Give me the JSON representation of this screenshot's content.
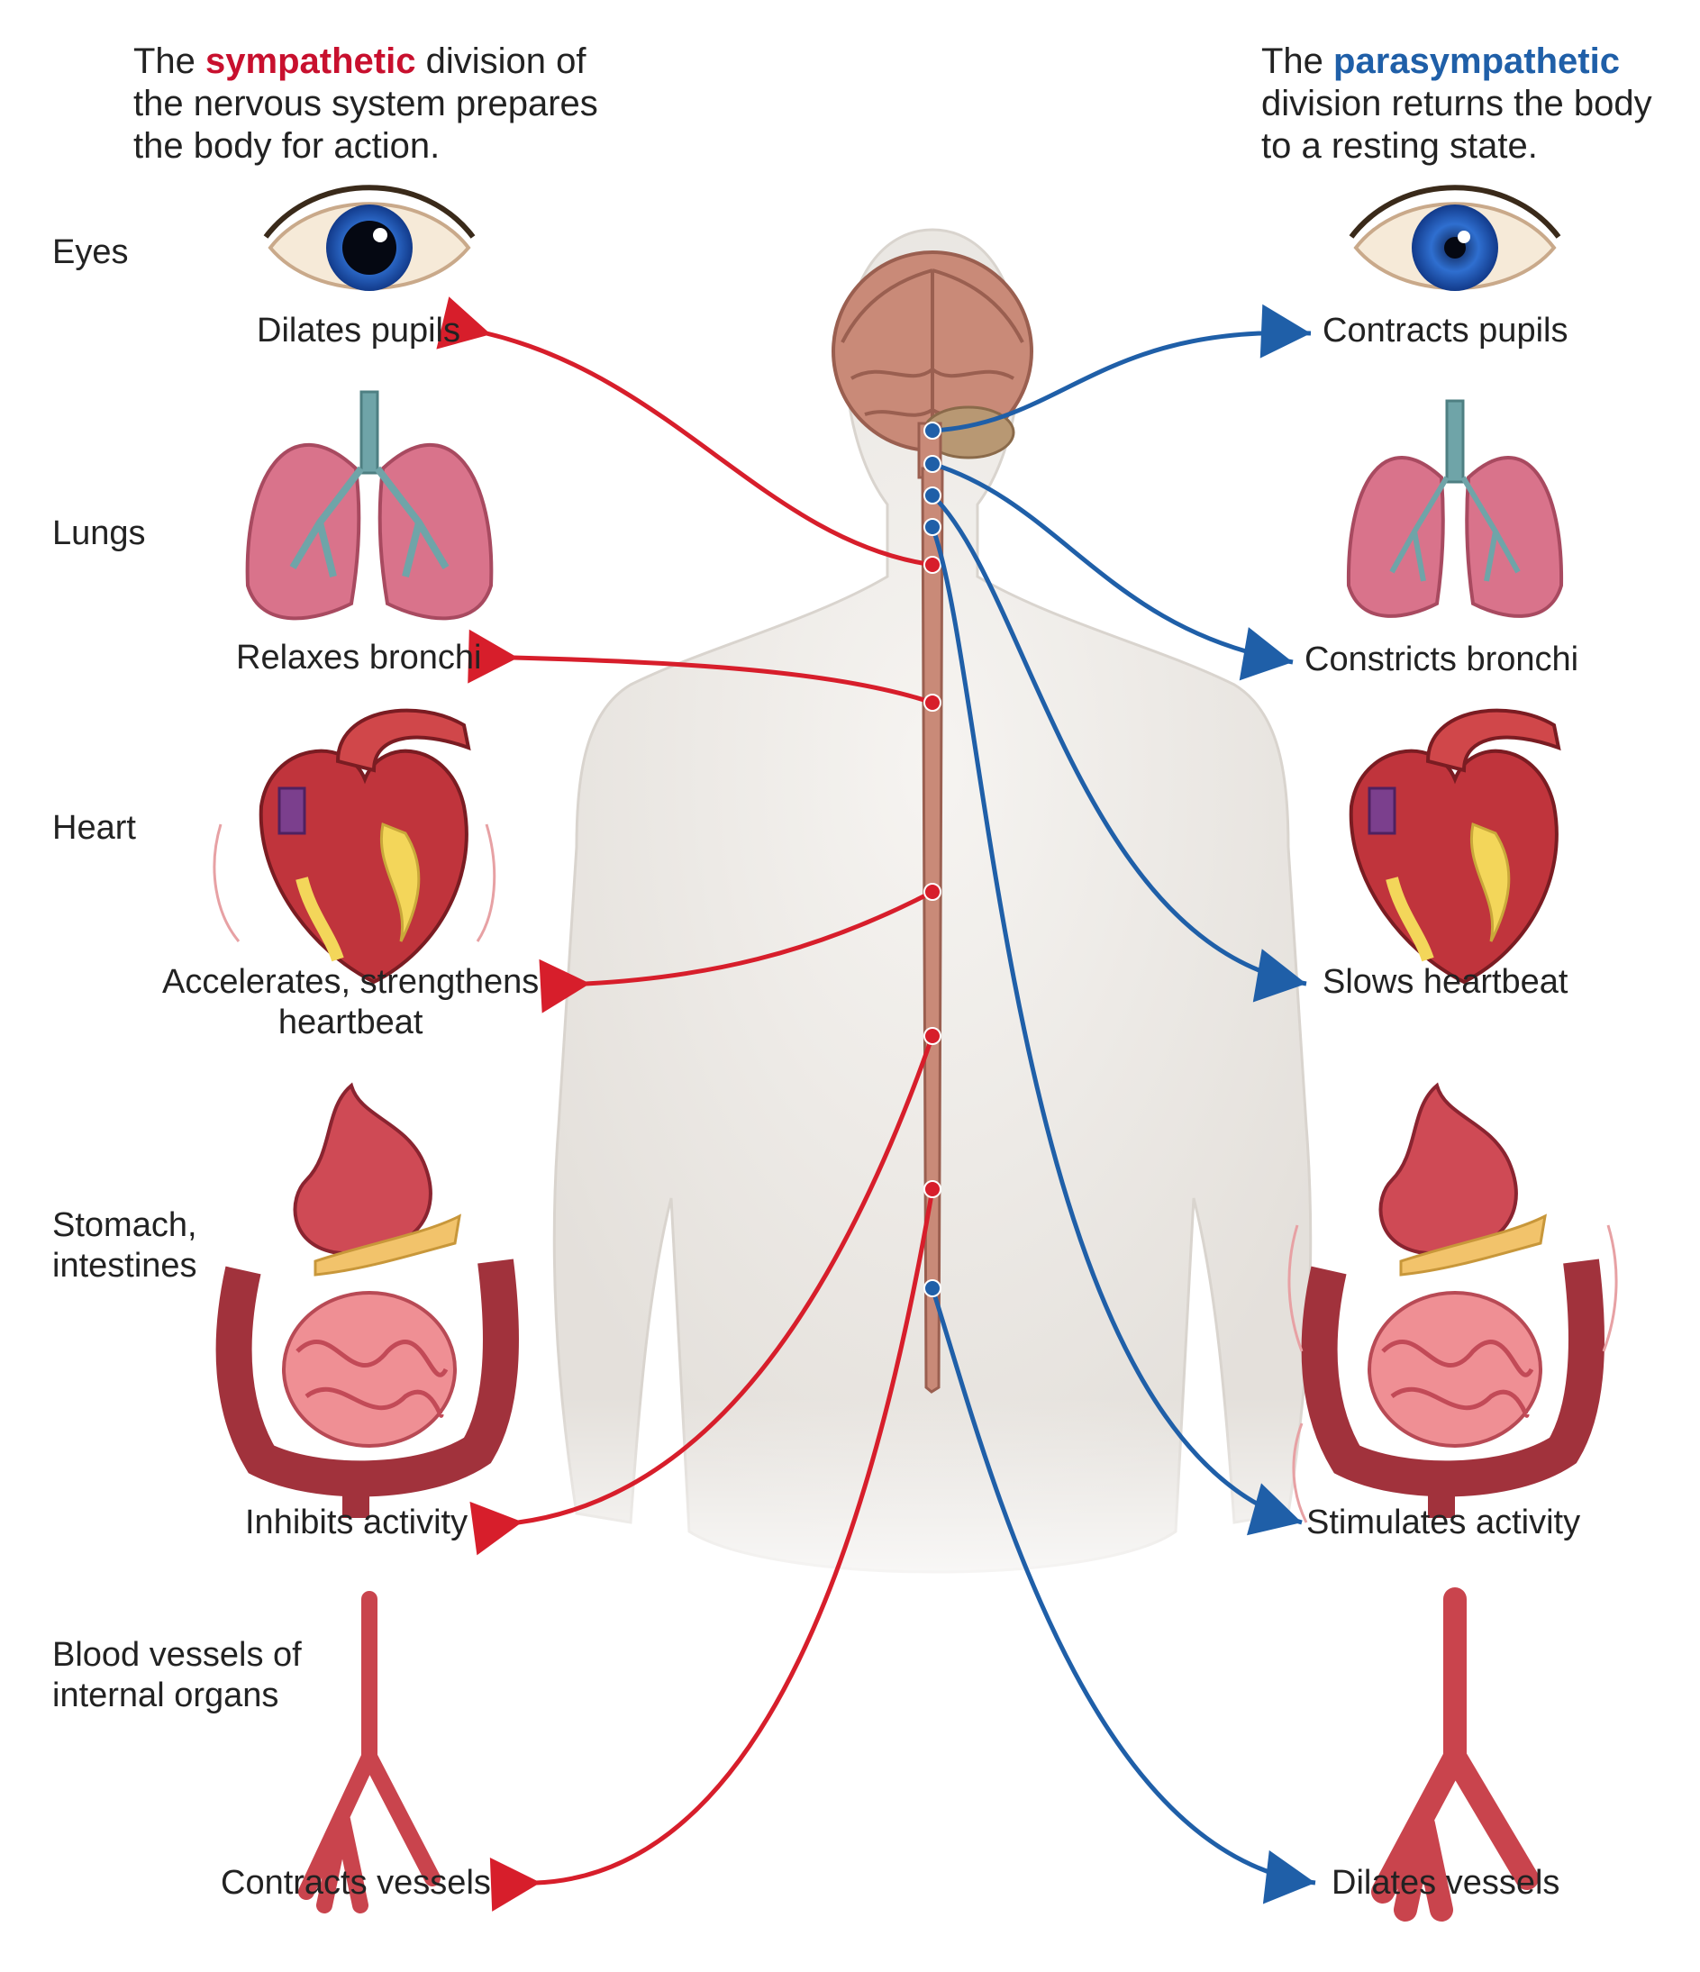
{
  "intro": {
    "sympathetic": {
      "pre": "The ",
      "keyword": "sympathetic",
      "line1_post": " division of",
      "line2": "the nervous system prepares",
      "line3": "the body for action."
    },
    "parasympathetic": {
      "pre": "The ",
      "keyword": "parasympathetic",
      "line2": "division returns the body",
      "line3": "to a resting state."
    }
  },
  "organs": [
    {
      "label": "Eyes"
    },
    {
      "label": "Lungs"
    },
    {
      "label": "Heart"
    },
    {
      "label_line1": "Stomach,",
      "label_line2": "intestines"
    },
    {
      "label_line1": "Blood vessels of",
      "label_line2": "internal organs"
    }
  ],
  "sympathetic_effects": [
    {
      "text": "Dilates pupils"
    },
    {
      "text": "Relaxes bronchi"
    },
    {
      "text_line1": "Accelerates, strengthens",
      "text_line2": "heartbeat"
    },
    {
      "text": "Inhibits activity"
    },
    {
      "text": "Contracts vessels"
    }
  ],
  "parasympathetic_effects": [
    {
      "text": "Contracts pupils"
    },
    {
      "text": "Constricts bronchi"
    },
    {
      "text": "Slows heartbeat"
    },
    {
      "text": "Stimulates activity"
    },
    {
      "text": "Dilates vessels"
    }
  ],
  "colors": {
    "sympathetic": "#d71e2b",
    "parasympathetic": "#1f5fa8",
    "body": "#f1efec",
    "organ_red": "#b8323a",
    "lung_pink": "#d9738b",
    "brain": "#c98a78"
  }
}
